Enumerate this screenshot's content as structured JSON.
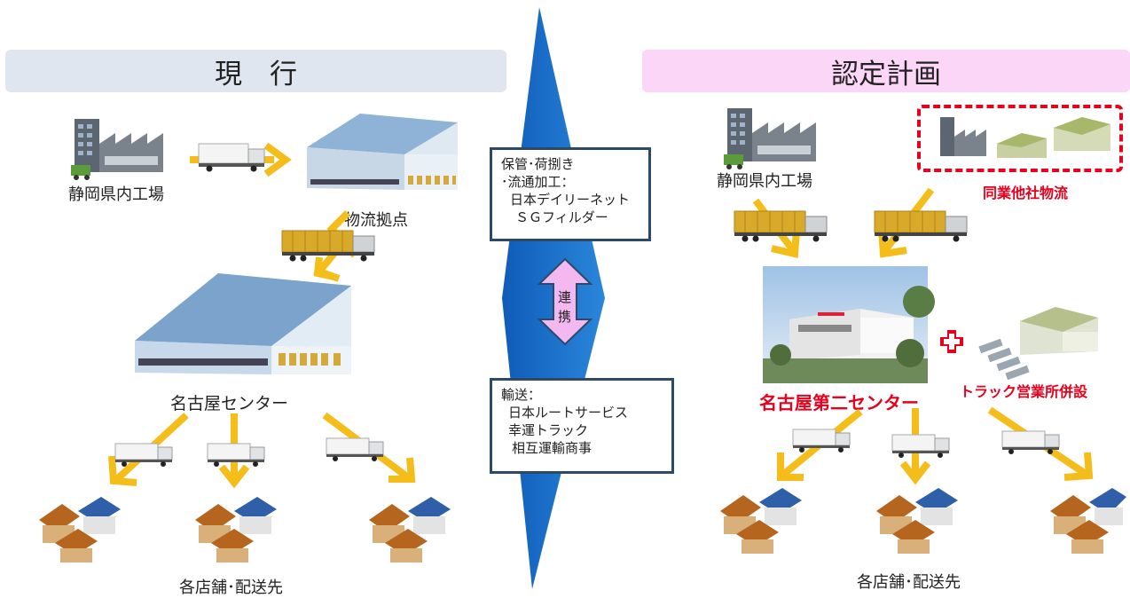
{
  "left": {
    "title": "現　行",
    "factory_label": "静岡県内工場",
    "logistics_hub_label": "物流拠点",
    "center_label": "名古屋センター",
    "stores_label": "各店舗･配送先"
  },
  "right": {
    "title": "認定計画",
    "factory_label": "静岡県内工場",
    "other_company_label": "同業他社物流",
    "center_label": "名古屋第二センター",
    "truck_office_label": "トラック営業所併設",
    "stores_label": "各店舗･配送先"
  },
  "middle": {
    "storage_box": {
      "heading": "保管･荷捌き",
      "subheading": "･流通加工：",
      "companies": [
        "日本デイリーネット",
        "ＳＧフィルダー"
      ]
    },
    "link_label": [
      "連",
      "携"
    ],
    "transport_box": {
      "heading": "輸送：",
      "companies": [
        "日本ルートサービス",
        "幸運トラック",
        "相互運輸商事"
      ]
    }
  },
  "colors": {
    "header_left": "#dfe6ef",
    "header_right": "#fbd6f6",
    "arrow_yellow": "#f5bd1a",
    "divider_blue": "#1a6dc8",
    "link_pink": "#f3b8ef",
    "accent_red": "#e8001c"
  }
}
